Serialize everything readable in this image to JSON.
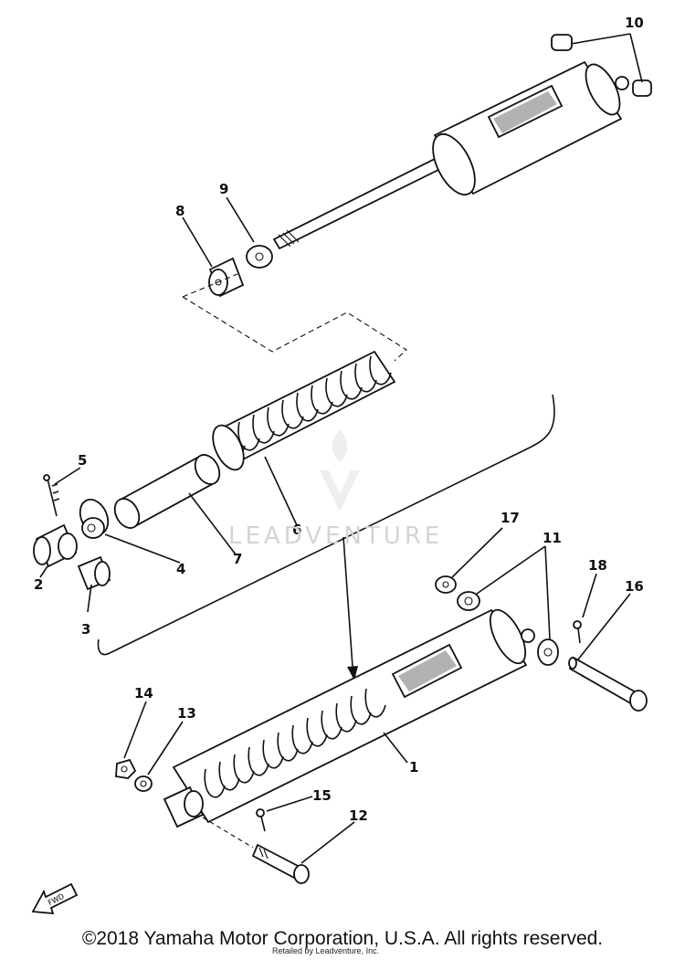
{
  "diagram": {
    "part_labels": [
      "1",
      "2",
      "3",
      "4",
      "5",
      "6",
      "7",
      "8",
      "9",
      "10",
      "11",
      "12",
      "13",
      "14",
      "15",
      "16",
      "17",
      "18"
    ],
    "fwd_label": "FWD",
    "watermark": "LEADVENTURE",
    "copyright": "©2018 Yamaha Motor Corporation, U.S.A. All rights reserved.",
    "retailer_note": "Retailed by Leadventure, Inc."
  }
}
